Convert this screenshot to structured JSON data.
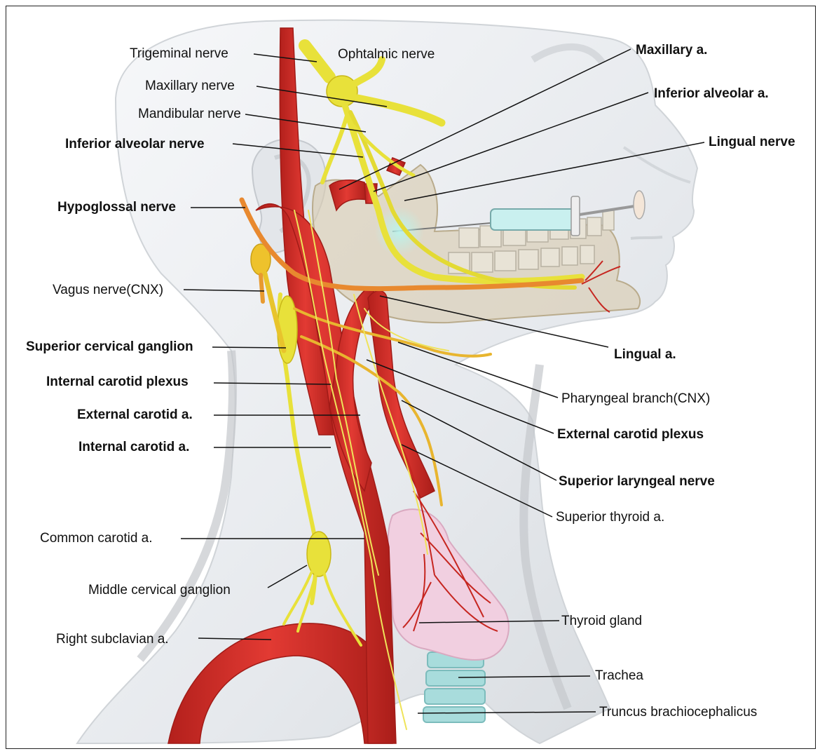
{
  "labels": {
    "trigeminal_nerve": "Trigeminal nerve",
    "ophtalmic_nerve": "Ophtalmic nerve",
    "maxillary_nerve": "Maxillary nerve",
    "mandibular_nerve": "Mandibular nerve",
    "inferior_alveolar_nerve": "Inferior alveolar nerve",
    "hypoglossal_nerve": "Hypoglossal nerve",
    "vagus_nerve": "Vagus nerve(CNX)",
    "superior_cervical_ganglion": "Superior cervical ganglion",
    "internal_carotid_plexus": "Internal carotid plexus",
    "external_carotid_a": "External carotid a.",
    "internal_carotid_a": "Internal carotid a.",
    "common_carotid_a": "Common carotid a.",
    "middle_cervical_ganglion": "Middle cervical ganglion",
    "right_subclavian_a": "Right subclavian a.",
    "maxillary_a": "Maxillary a.",
    "inferior_alveolar_a": "Inferior alveolar a.",
    "lingual_nerve": "Lingual nerve",
    "lingual_a": "Lingual a.",
    "pharyngeal_branch": "Pharyngeal branch(CNX)",
    "external_carotid_plexus": "External carotid plexus",
    "superior_laryngeal_nerve": "Superior laryngeal nerve",
    "superior_thyroid_a": "Superior thyroid a.",
    "thyroid_gland": "Thyroid gland",
    "trachea": "Trachea",
    "truncus_brachiocephalicus": "Truncus brachiocephalicus"
  },
  "colors": {
    "artery": "#d9302b",
    "artery_dark": "#b3201c",
    "nerve": "#e8e13a",
    "nerve_dark": "#c9b818",
    "hypoglossal": "#e8892f",
    "skin": "#eceff2",
    "thyroid": "#f1cfe0",
    "trachea": "#a8dcdc",
    "leader_line": "#111111"
  }
}
